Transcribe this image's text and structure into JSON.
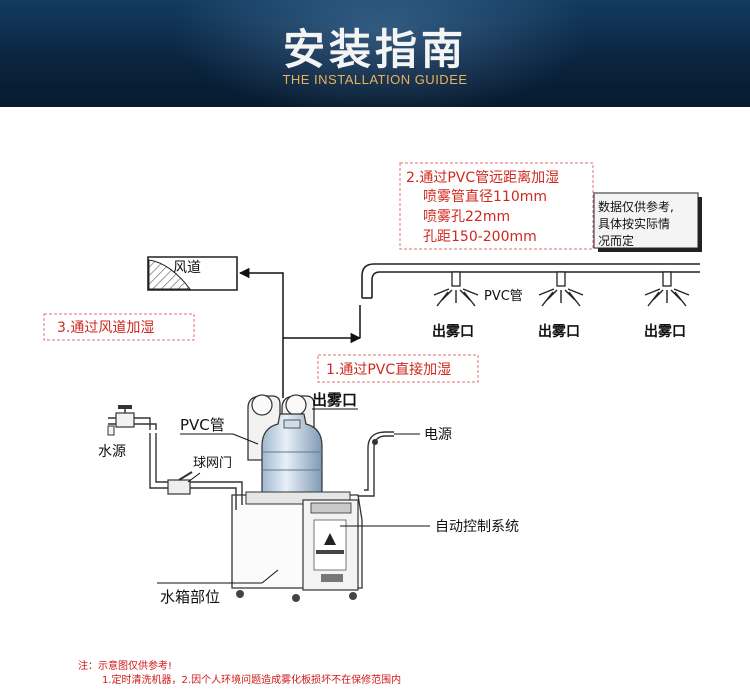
{
  "banner": {
    "title": "安装指南",
    "subtitle": "THE INSTALLATION GUIDEE"
  },
  "callouts": {
    "long_distance": [
      "2.通过PVC管远距离加湿",
      "喷雾管直径110mm",
      "喷雾孔22mm",
      "孔距150-200mm"
    ],
    "data_note": [
      "数据仅供参考,",
      "具体按实际情",
      "况而定"
    ],
    "duct_mode": "3.通过风道加湿",
    "direct_mode": "1.通过PVC直接加湿"
  },
  "labels": {
    "duct": "风道",
    "pvc_pipe_top": "PVC管",
    "outlet": "出雾口",
    "machine_outlet": "出雾口",
    "pvc_pipe": "PVC管",
    "water_source": "水源",
    "ball_valve": "球网门",
    "power": "电源",
    "control": "自动控制系统",
    "tank": "水箱部位"
  },
  "notes": {
    "title": "注：示意图仅供参考!",
    "line1": "1.定时清洗机器，2.因个人环境问题造成雾化板损坏不在保修范围内"
  },
  "colors": {
    "banner_bg": "#0b2440",
    "subtitle": "#e8b25a",
    "callout_text": "#d0281e",
    "callout_border": "#e07070"
  }
}
